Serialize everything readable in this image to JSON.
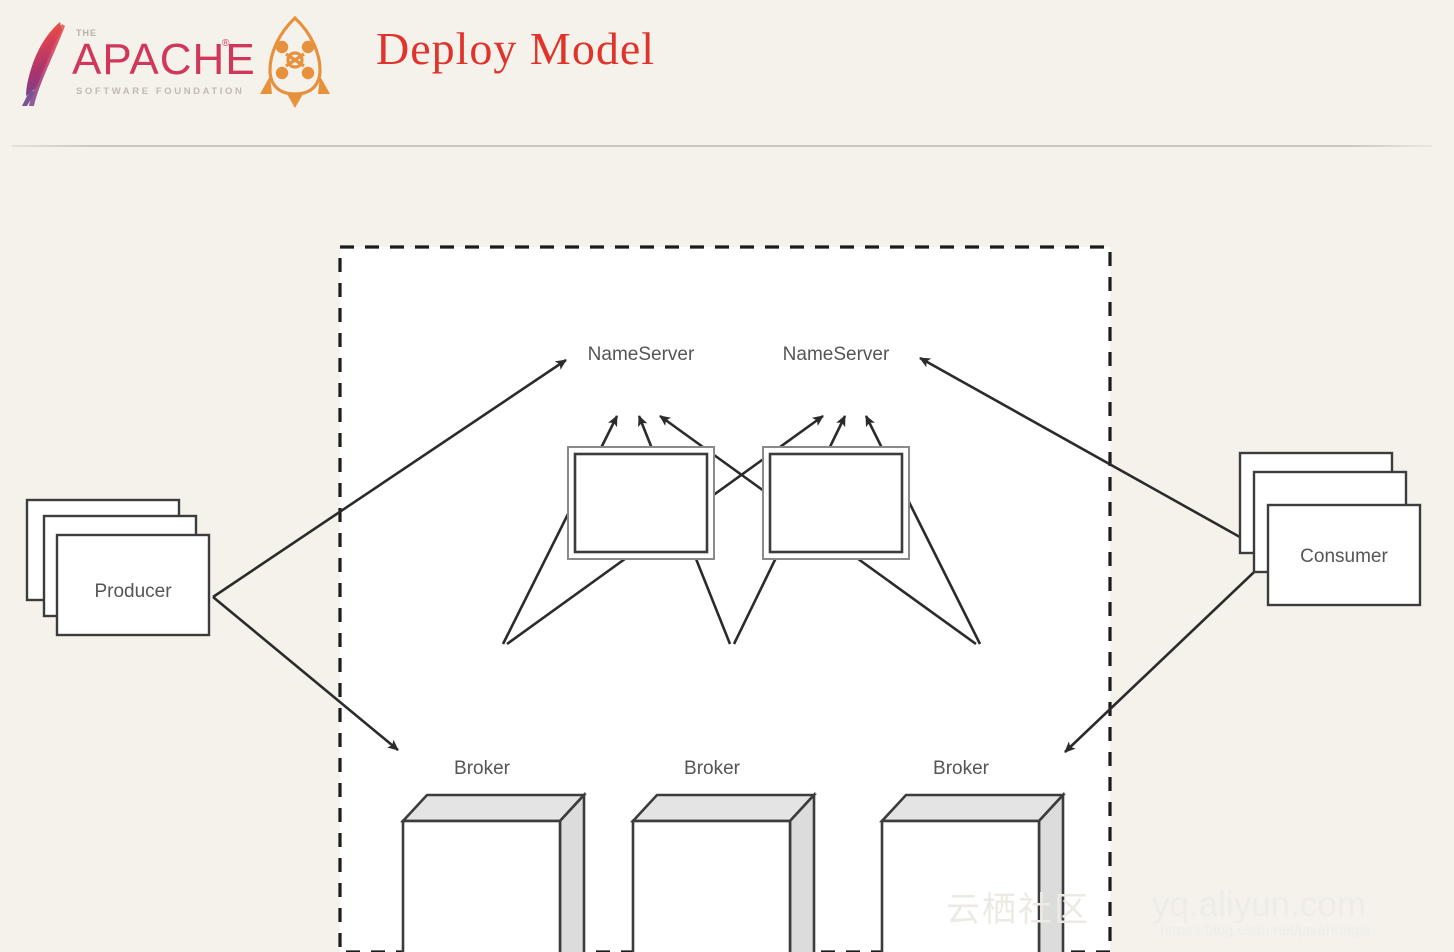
{
  "header": {
    "title": "Deploy Model",
    "title_color": "#e0332c",
    "apache_brand": {
      "the": "THE",
      "word": "APACHE",
      "reg": "®",
      "subtitle": "SOFTWARE FOUNDATION",
      "color": "#d0385b",
      "icon": "apache-feather-icon"
    },
    "rocketmq_icon": {
      "name": "rocketmq-rocket-icon",
      "color": "#e8913c"
    }
  },
  "diagram": {
    "region": {
      "label": "",
      "border_style": "dashed",
      "border_color": "#1c1c1c",
      "fill": "#ffffff"
    },
    "nodes": {
      "nameservers": [
        {
          "label": "NameServer",
          "id": "nameserver-1"
        },
        {
          "label": "NameServer",
          "id": "nameserver-2"
        }
      ],
      "brokers": [
        {
          "label": "Broker",
          "id": "broker-1"
        },
        {
          "label": "Broker",
          "id": "broker-2"
        },
        {
          "label": "Broker",
          "id": "broker-3"
        }
      ],
      "producer": {
        "label": "Producer",
        "id": "producer-stack",
        "stacked": 3
      },
      "consumer": {
        "label": "Consumer",
        "id": "consumer-stack",
        "stacked": 3
      }
    },
    "edges": [
      {
        "from": "producer",
        "to": "nameserver-1",
        "direction": "one-way"
      },
      {
        "from": "producer",
        "to": "broker-1",
        "direction": "one-way"
      },
      {
        "from": "broker-1",
        "to": "nameserver-1",
        "direction": "one-way"
      },
      {
        "from": "broker-1",
        "to": "nameserver-2",
        "direction": "one-way"
      },
      {
        "from": "broker-2",
        "to": "nameserver-1",
        "direction": "one-way"
      },
      {
        "from": "broker-2",
        "to": "nameserver-2",
        "direction": "one-way"
      },
      {
        "from": "broker-3",
        "to": "nameserver-1",
        "direction": "one-way"
      },
      {
        "from": "broker-3",
        "to": "nameserver-2",
        "direction": "one-way"
      },
      {
        "from": "consumer",
        "to": "nameserver-2",
        "direction": "one-way"
      },
      {
        "from": "consumer",
        "to": "broker-3",
        "direction": "one-way"
      }
    ],
    "colors": {
      "node_stroke": "#3c3c3c",
      "node_fill": "#ffffff",
      "node_top_fill": "#e4e4e4",
      "node_side_fill": "#dcdcdc",
      "text": "#555555",
      "arrow": "#2b2b2b"
    }
  },
  "watermark": {
    "cn": "云栖社区",
    "site": "yq.aliyun.com",
    "blog": "https://blog.csdn.net/javahongxi"
  }
}
